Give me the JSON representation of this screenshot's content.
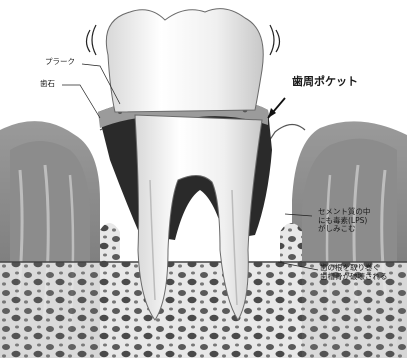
{
  "labels": {
    "plaque": "プラーク",
    "tartar": "歯石",
    "periodontal_pocket": "歯周ポケット",
    "cementum_note": [
      "セメント質の中",
      "にも毒素(LPS)",
      "がしみこむ"
    ],
    "bone_note": [
      "歯の根を取り巻く",
      "歯槽骨が破壊される"
    ]
  },
  "colors": {
    "gum": "#7a7a7a",
    "gum_highlight": "#b4b4b4",
    "tooth": "#f4f4f4",
    "tartar": "#2a2a2a",
    "bone": "#e6e6e6",
    "bone_pore": "#555555"
  }
}
